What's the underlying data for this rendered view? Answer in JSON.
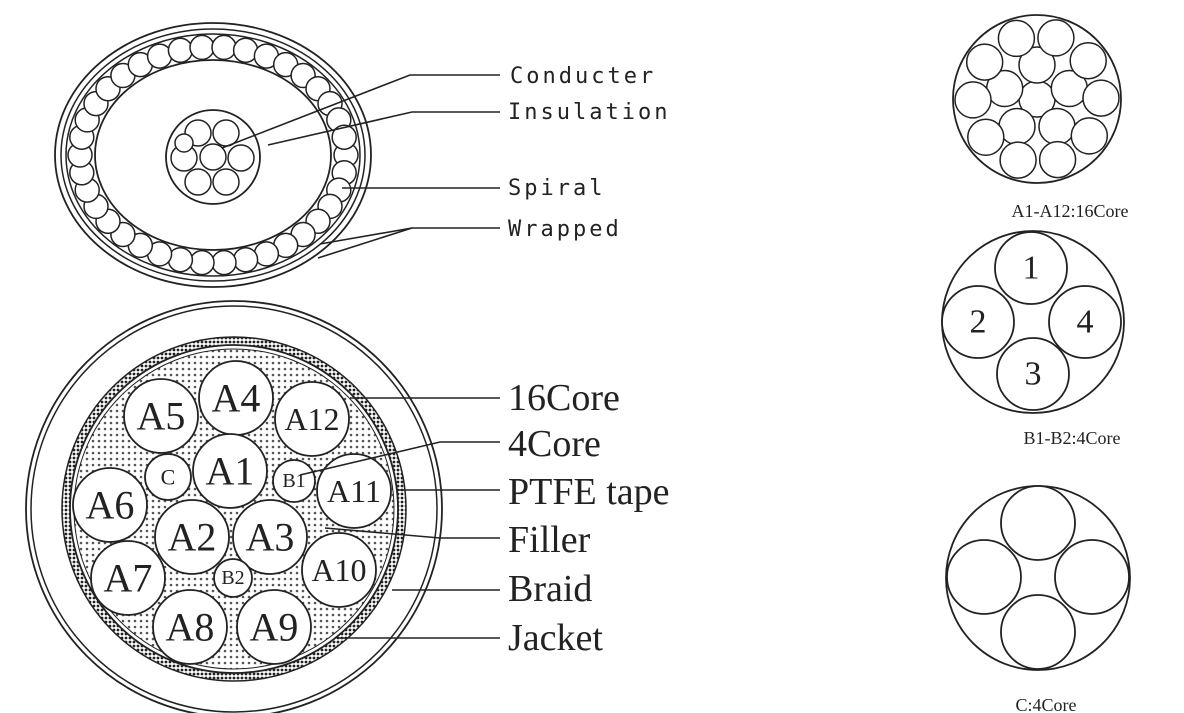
{
  "top_cable": {
    "labels": {
      "conducter": "Conducter",
      "insulation": "Insulation",
      "spiral": "Spiral",
      "wrapped": "Wrapped"
    }
  },
  "main_cable": {
    "labels": {
      "core16": "16Core",
      "core4": "4Core",
      "ptfe_tape": "PTFE tape",
      "filler": "Filler",
      "braid": "Braid",
      "jacket": "Jacket"
    },
    "cores": [
      "A1",
      "A2",
      "A3",
      "A4",
      "A5",
      "A6",
      "A7",
      "A8",
      "A9",
      "A10",
      "A11",
      "A12",
      "B1",
      "B2",
      "C"
    ]
  },
  "details": {
    "a_caption": "A1-A12:16Core",
    "b_caption": "B1-B2:4Core",
    "b_numbers": [
      "1",
      "2",
      "3",
      "4"
    ],
    "c_caption": "C:4Core"
  },
  "colors": {
    "line": "#222222",
    "background": "#ffffff",
    "filler_dots": "#555555"
  }
}
